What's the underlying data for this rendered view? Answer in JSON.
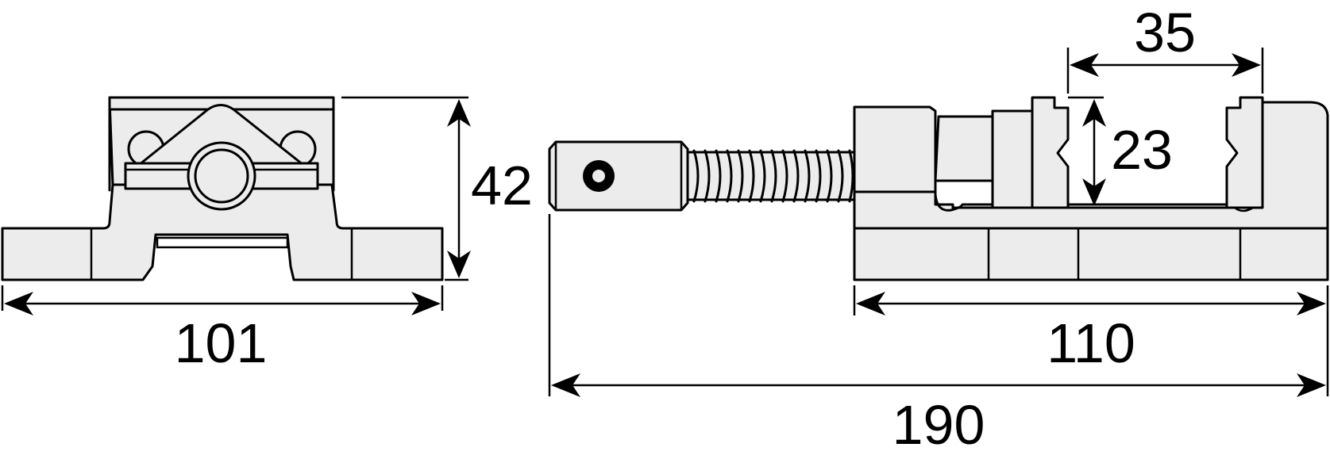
{
  "dimensions": {
    "front_width": "101",
    "front_height": "42",
    "body_length": "110",
    "overall_length": "190",
    "jaw_opening": "35",
    "jaw_depth": "23"
  },
  "colors": {
    "fill": "#ececec",
    "stroke": "#000000",
    "background": "#ffffff"
  }
}
